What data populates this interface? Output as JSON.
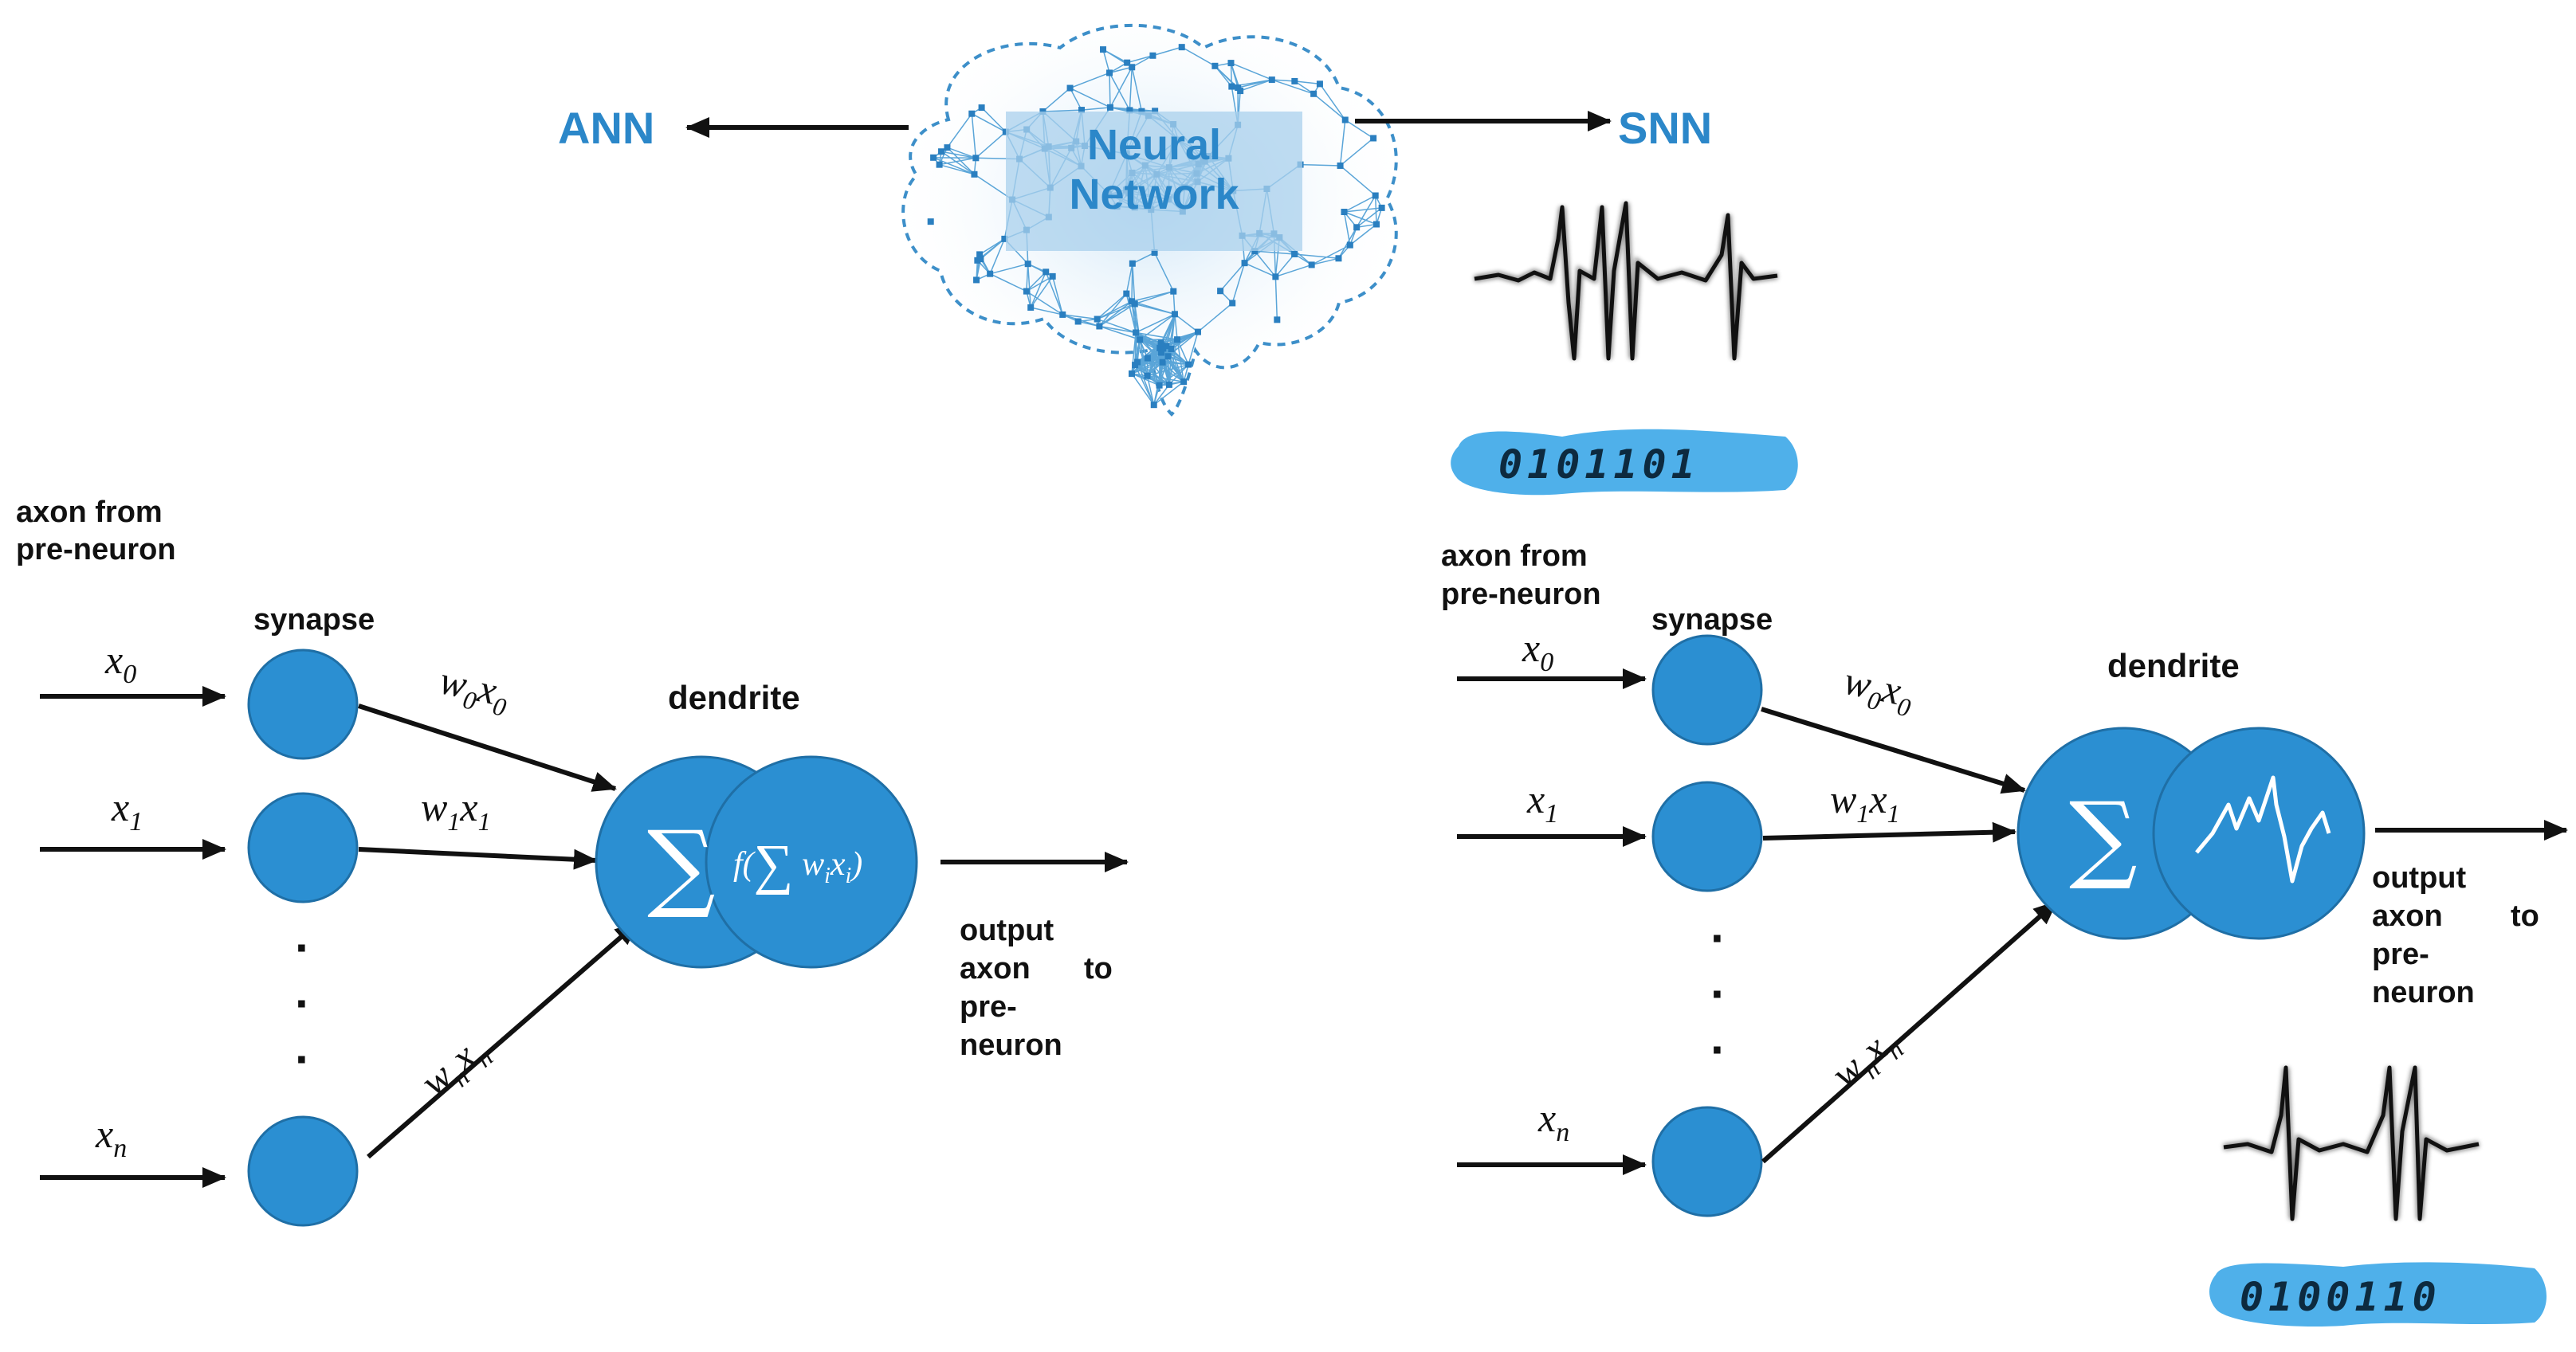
{
  "header": {
    "ann_label": "ANN",
    "snn_label": "SNN",
    "brain_text_line1": "Neural",
    "brain_text_line2": "Network"
  },
  "ann": {
    "axon_label_line1": "axon from",
    "axon_label_line2": "pre-neuron",
    "synapse_label": "synapse",
    "dendrite_label": "dendrite",
    "inputs": [
      "x0",
      "x1",
      "xn"
    ],
    "weights": [
      "w0x0",
      "w1x1",
      "wnxn"
    ],
    "sum_symbol": "∑",
    "activation": "f(∑ wixi)",
    "output_line1": "output",
    "output_line2a": "axon",
    "output_line2b": "to",
    "output_line3": "pre-",
    "output_line4": "neuron",
    "ellipsis": "·"
  },
  "snn": {
    "axon_label_line1": "axon from",
    "axon_label_line2": "pre-neuron",
    "synapse_label": "synapse",
    "dendrite_label": "dendrite",
    "inputs": [
      "x0",
      "x1",
      "xn"
    ],
    "weights": [
      "w0x0",
      "w1x1",
      "wnxn"
    ],
    "sum_symbol": "∑",
    "output_line1": "output",
    "output_line2a": "axon",
    "output_line2b": "to",
    "output_line3": "pre-",
    "output_line4": "neuron",
    "input_binary": "0101101",
    "output_binary": "0100110"
  },
  "colors": {
    "neuron_fill": "#2b8fd2",
    "neuron_stroke": "#1f6fa6",
    "label_blue": "#2b87c9",
    "binary_bg": "#4fb0ea"
  }
}
